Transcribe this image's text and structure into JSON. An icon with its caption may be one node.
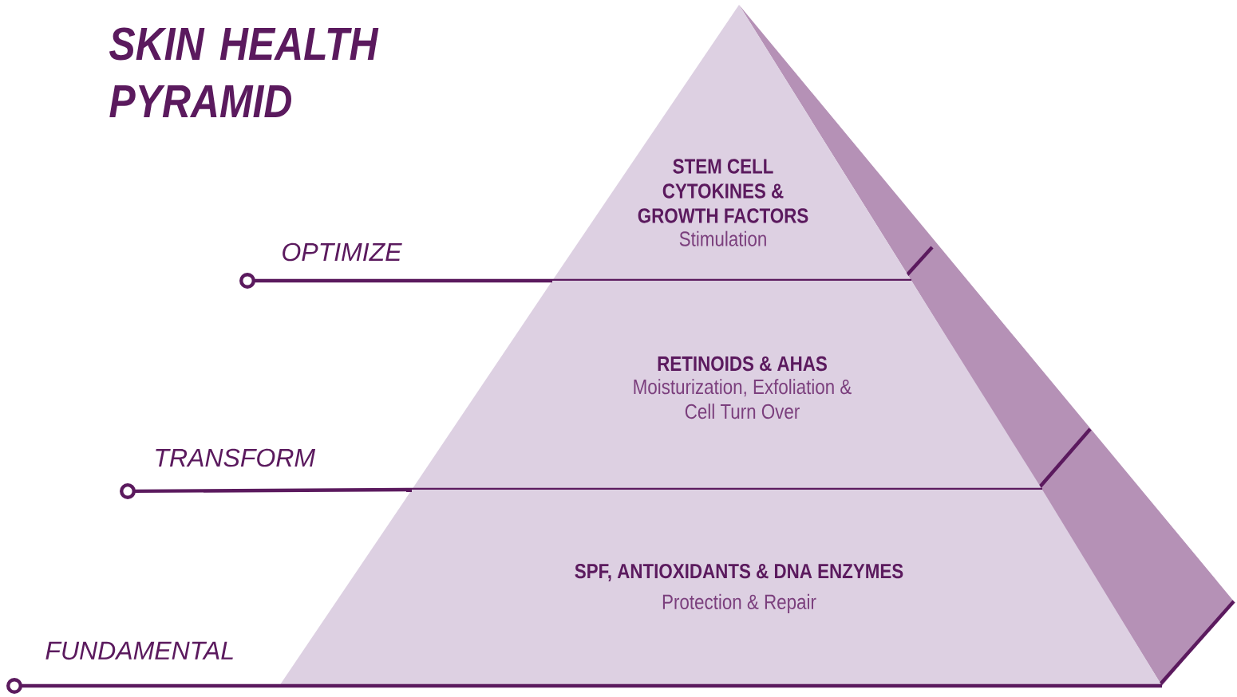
{
  "diagram": {
    "title": "SKIN HEALTH PYRAMID",
    "nodes": [
      {
        "text": [
          "STEM CELL CYTOKINES & GROWTH FACTORS",
          "Stimulation"
        ]
      },
      {
        "text": [
          "RETINOIDS & AHAS",
          "Moisturization, Exfoliation & Cell Turn Over"
        ]
      },
      {
        "text": [
          "SPF, ANTIOXIDANTS & DNA ENZYMES",
          "Protection & Repair"
        ]
      },
      {
        "text": [
          "OPTIMIZE"
        ]
      },
      {
        "text": [
          "TRANSFORM"
        ]
      },
      {
        "text": [
          "FUNDAMENTAL"
        ]
      }
    ],
    "edges": [
      {
        "from": 3,
        "to": 0,
        "arrow": "other"
      },
      {
        "from": 4,
        "to": 1,
        "arrow": "other"
      },
      {
        "from": 5,
        "to": 2,
        "arrow": "other"
      }
    ]
  }
}
